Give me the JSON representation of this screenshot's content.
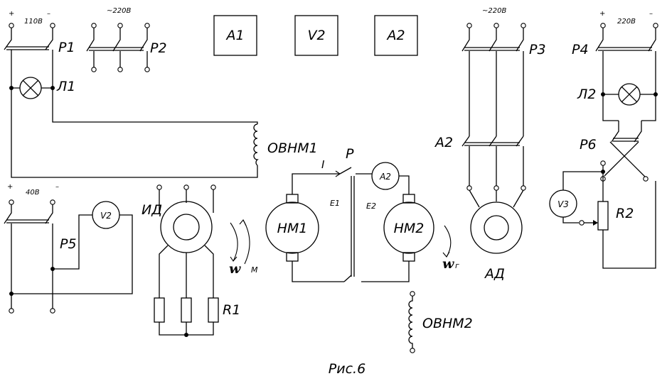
{
  "labels": {
    "p1": "P1",
    "p2": "P2",
    "p3": "P3",
    "p4": "P4",
    "p5": "P5",
    "p6": "P6",
    "p": "P",
    "l1": "Л1",
    "l2": "Л2",
    "ovnm1": "ОВНМ1",
    "ovnm2": "ОВНМ2",
    "a1": "A1",
    "v2_box": "V2",
    "a2_box": "A2",
    "a2_contact": "A2",
    "v2_meter": "V2",
    "a2_meter": "A2",
    "v3_meter": "V3",
    "id": "ИД",
    "ad": "АД",
    "nm1": "НМ1",
    "nm2": "НМ2",
    "r1": "R1",
    "r2": "R2",
    "e1": "E1",
    "e2": "E2",
    "i": "I",
    "w": "w",
    "m": "M",
    "wg": "w",
    "wg_sub": "г",
    "caption": "Рис.6"
  },
  "voltages": {
    "p1_plus": "+",
    "p1_value": "110В",
    "p1_minus": "–",
    "p2_value": "~220В",
    "p3_value": "~220В",
    "p4_plus": "+",
    "p4_value": "220В",
    "p4_minus": "–",
    "p5_plus": "+",
    "p5_value": "40В",
    "p5_minus": "–"
  }
}
